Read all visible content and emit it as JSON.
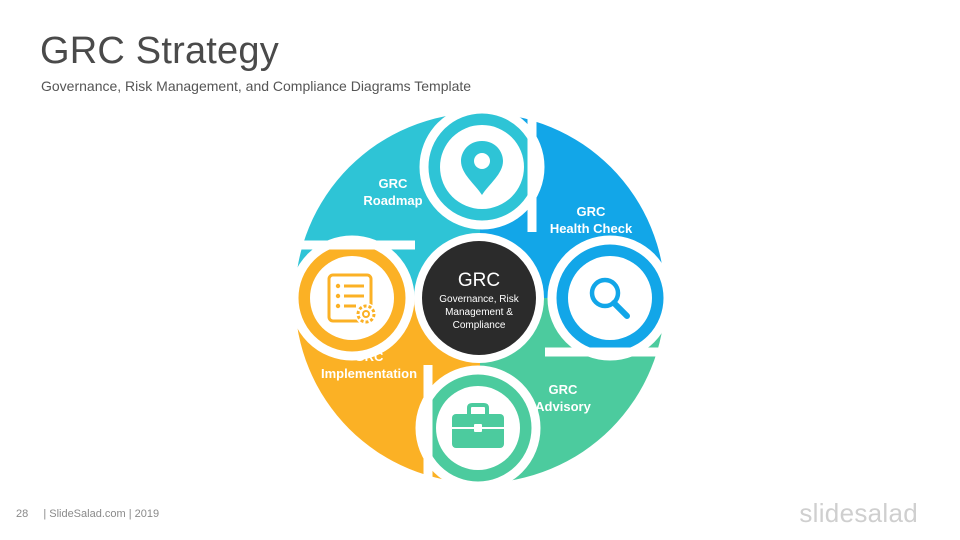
{
  "slide": {
    "title": "GRC Strategy",
    "subtitle": "Governance, Risk Management, and Compliance Diagrams Template",
    "page_number": "28",
    "footer_text": "| SlideSalad.com | 2019",
    "logo_text": "slidesalad"
  },
  "center": {
    "title": "GRC",
    "lines": [
      "Governance, Risk",
      "Management &",
      "Compliance"
    ],
    "color": "#2b2b2b"
  },
  "segments": [
    {
      "id": "roadmap",
      "lines": [
        "GRC",
        "Roadmap"
      ],
      "icon": "location-pin-icon",
      "color": "#2ec4d6"
    },
    {
      "id": "health-check",
      "lines": [
        "GRC",
        "Health Check"
      ],
      "icon": "search-icon",
      "color": "#12a6e8"
    },
    {
      "id": "advisory",
      "lines": [
        "GRC",
        "Advisory"
      ],
      "icon": "briefcase-icon",
      "color": "#4ccb9e"
    },
    {
      "id": "implementation",
      "lines": [
        "GRC",
        "Implementation"
      ],
      "icon": "checklist-gear-icon",
      "color": "#fbb125"
    }
  ]
}
